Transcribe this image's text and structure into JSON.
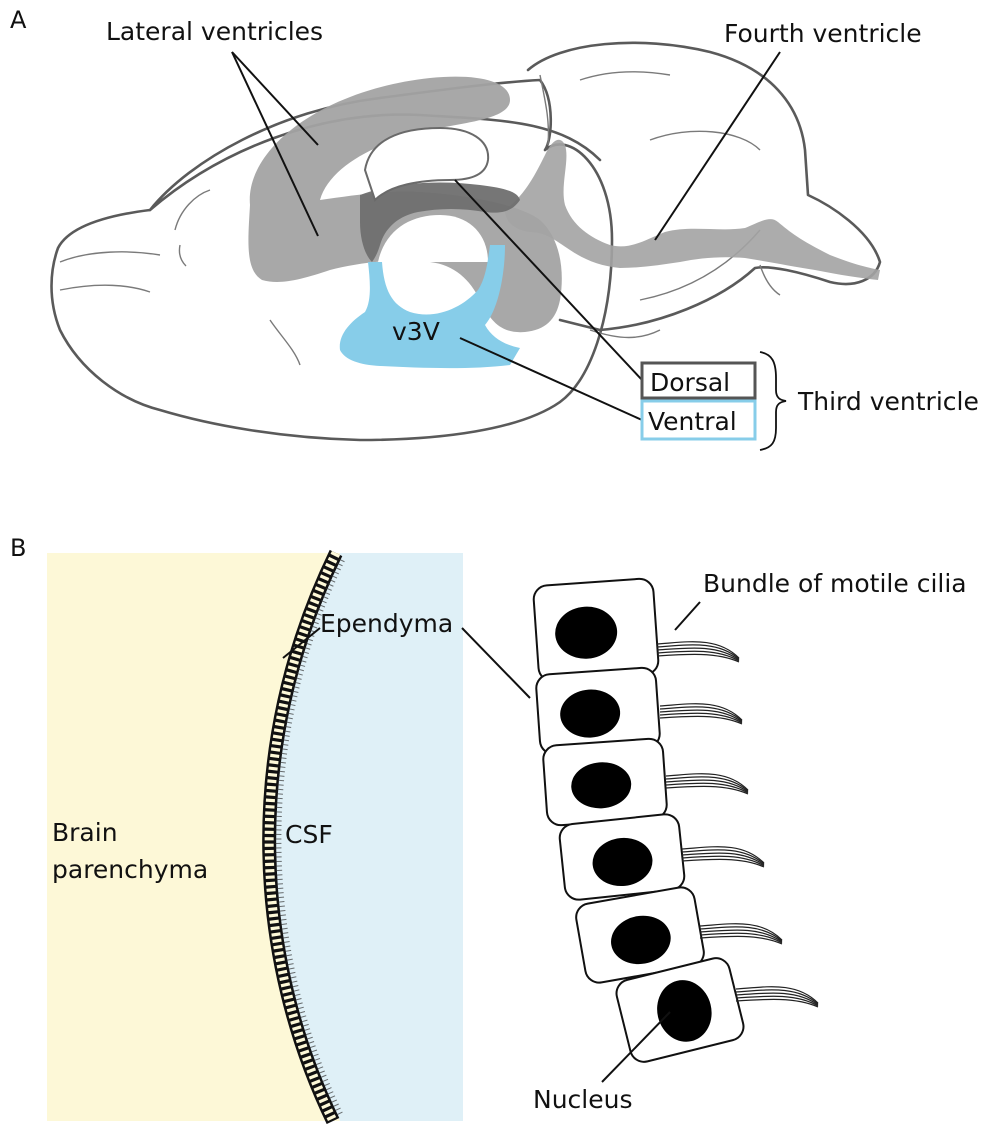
{
  "panels": {
    "a": "A",
    "b": "B"
  },
  "panel_a": {
    "lateral_ventricles": "Lateral ventricles",
    "fourth_ventricle": "Fourth ventricle",
    "v3v": "v3V",
    "dorsal": "Dorsal",
    "ventral": "Ventral",
    "third_ventricle": "Third ventricle"
  },
  "panel_b": {
    "brain_parenchyma_1": "Brain",
    "brain_parenchyma_2": "parenchyma",
    "csf": "CSF",
    "ependyma": "Ependyma",
    "bundle_of_motile_cilia": "Bundle of motile cilia",
    "nucleus": "Nucleus"
  },
  "colors": {
    "ventricle_gray": "#a3a3a3",
    "dorsal_dark": "#6f6f6f",
    "ventral_blue": "#87cde9",
    "parenchyma": "#fdf8d7",
    "csf": "#dff0f7",
    "dorsal_box": "#555555",
    "ventral_box": "#87cde9"
  }
}
